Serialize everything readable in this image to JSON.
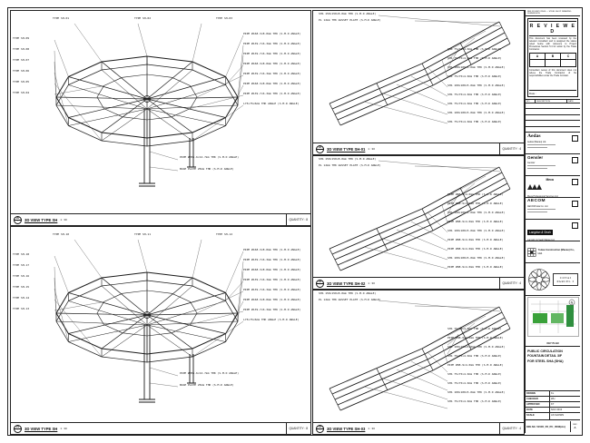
{
  "sheet": {
    "line_color": "#1a1a1a",
    "accent_green": "#3aa13a"
  },
  "panels": [
    {
      "bubble_no": "20",
      "bubble_ref": "-",
      "title": "3D VIEW TYPE SH",
      "scale": "1 : 30",
      "quantity": "QUANTITY : 8",
      "labels_top": [
        "TYPE SH-01",
        "TYPE SH-02",
        "TYPE SH-03"
      ],
      "labels_left": [
        "TYPE SH-09",
        "TYPE SH-08",
        "TYPE SH-07",
        "TYPE SH-06",
        "TYPE SH-05",
        "TYPE SH-04"
      ],
      "labels_right": [
        "PIPE Ø168.3×8.0mm THK (S.M.D ANGLE)",
        "PIPE Ø139.7×6.3mm THK (S.M.D ANGLE)",
        "PIPE Ø139.7×6.3mm THK (S.M.D ANGLE)",
        "PIPE Ø168.3×8.0mm THK (S.M.D ANGLE)",
        "PIPE Ø139.7×6.3mm THK (S.M.D ANGLE)",
        "PIPE Ø168.3×8.0mm THK (S.M.D ANGLE)",
        "PIPE Ø139.7×6.3mm THK (S.M.D ANGLE)",
        "L75×75×6mm THK ANGLE (S.M.D ANGLE)"
      ],
      "labels_bottom": [
        "PIPE Ø355.6×12.7mm THK (S.M.D ANGLE)",
        "BASE PLATE 25mm THK (S.M.D ANGLE)"
      ]
    },
    {
      "bubble_no": "21",
      "bubble_ref": "-",
      "title": "3D VIEW TYPE SH",
      "scale": "1 : 30",
      "quantity": "QUANTITY : 8",
      "labels_top": [
        "TYPE SH-10",
        "TYPE SH-11",
        "TYPE SH-12"
      ],
      "labels_left": [
        "TYPE SH-18",
        "TYPE SH-17",
        "TYPE SH-16",
        "TYPE SH-15",
        "TYPE SH-14",
        "TYPE SH-13"
      ],
      "labels_right": [
        "PIPE Ø168.3×8.0mm THK (S.M.D ANGLE)",
        "PIPE Ø139.7×6.3mm THK (S.M.D ANGLE)",
        "PIPE Ø168.3×8.0mm THK (S.M.D ANGLE)",
        "PIPE Ø139.7×6.3mm THK (S.M.D ANGLE)",
        "PIPE Ø139.7×6.3mm THK (S.M.D ANGLE)",
        "PIPE Ø168.3×8.0mm THK (S.M.D ANGLE)",
        "PIPE Ø139.7×6.3mm THK (S.M.D ANGLE)",
        "L75×75×6mm THK ANGLE (S.M.D ANGLE)"
      ],
      "labels_bottom": [
        "PIPE Ø355.6×12.7mm THK (S.M.D ANGLE)",
        "BASE PLATE 25mm THK (S.M.D ANGLE)"
      ]
    },
    {
      "bubble_no": "22",
      "bubble_ref": "-",
      "title": "3D VIEW TYPE SH-01",
      "scale": "1 : 30",
      "quantity": "QUANTITY : 4",
      "labels_top": [
        "SHS 150×150×8.0mm THK (S.M.D ANGLE)",
        "PL 12mm THK GUSSET PLATE (S.M.D ANGLE)"
      ],
      "labels_right": [
        "SHS 75×75×4.0mm THK (S.M.D ANGLE)",
        "SHS 75×75×4.0mm THK (S.M.D ANGLE)",
        "SHS 100×100×5.0mm THK (S.M.D ANGLE)",
        "SHS 75×75×4.0mm THK (S.M.D ANGLE)",
        "SHS 100×100×5.0mm THK (S.M.D ANGLE)",
        "SHS 75×75×4.0mm THK (S.M.D ANGLE)",
        "SHS 75×75×4.0mm THK (S.M.D ANGLE)",
        "SHS 100×100×5.0mm THK (S.M.D ANGLE)",
        "SHS 75×75×4.0mm THK (S.M.D ANGLE)"
      ]
    },
    {
      "bubble_no": "23",
      "bubble_ref": "-",
      "title": "3D VIEW TYPE SH-02",
      "scale": "1 : 30",
      "quantity": "QUANTITY : 4",
      "labels_top": [
        "SHS 150×150×8.0mm THK (S.M.D ANGLE)",
        "PL 12mm THK GUSSET PLATE (S.M.D ANGLE)"
      ],
      "labels_right": [
        "PIPE Ø88.9×4.0mm THK (S.M.D ANGLE)",
        "PIPE Ø88.9×4.0mm THK (S.M.D ANGLE)",
        "SHS 100×100×5.0mm THK (S.M.D ANGLE)",
        "PIPE Ø88.9×4.0mm THK (S.M.D ANGLE)",
        "SHS 100×100×5.0mm THK (S.M.D ANGLE)",
        "PIPE Ø88.9×4.0mm THK (S.M.D ANGLE)",
        "PIPE Ø88.9×4.0mm THK (S.M.D ANGLE)",
        "SHS 100×100×5.0mm THK (S.M.D ANGLE)",
        "PIPE Ø88.9×4.0mm THK (S.M.D ANGLE)"
      ]
    },
    {
      "bubble_no": "24",
      "bubble_ref": "-",
      "title": "3D VIEW TYPE SH-03",
      "scale": "1 : 30",
      "quantity": "QUANTITY : 4",
      "labels_top": [
        "SHS 150×150×8.0mm THK (S.M.D ANGLE)",
        "PL 12mm THK GUSSET PLATE (S.M.D ANGLE)"
      ],
      "labels_right": [
        "SHS 75×75×4.0mm THK (S.M.D ANGLE)",
        "PIPE Ø88.9×4.0mm THK (S.M.D ANGLE)",
        "SHS 100×100×5.0mm THK (S.M.D ANGLE)",
        "SHS 75×75×4.0mm THK (S.M.D ANGLE)",
        "PIPE Ø88.9×4.0mm THK (S.M.D ANGLE)",
        "SHS 75×75×4.0mm THK (S.M.D ANGLE)",
        "SHS 75×75×4.0mm THK (S.M.D ANGLE)",
        "SHS 100×100×5.0mm THK (S.M.D ANGLE)",
        "SHS 75×75×4.0mm THK (S.M.D ANGLE)"
      ]
    }
  ],
  "titleblock": {
    "stamp_note": "REF 51535/PC/0506 — STEEL SHOP DRAWING SUBMISSION",
    "reviewed_title": "R E V I E W E D",
    "review_body": "This document has been reviewed by the relevant consultant and is assigned the status noted below with reference to Project Procedures Section 5.4 for action by the Trade Contractor.",
    "review_note": "Consultant review of this document does not relieve the Trade Contractor of his responsibilities under the Trade Contract.",
    "status_options": [
      "A",
      "B",
      "C"
    ],
    "date_label": "Date :",
    "rev_header": [
      "NO.",
      "DESCRIPTION",
      "DATE"
    ],
    "consultants": [
      {
        "logo": "Aedas",
        "name": "Aedas (Macau) Ltd."
      },
      {
        "logo": "Gensler",
        "name": "Gensler"
      },
      {
        "logo": "Meca",
        "name": "Meca Professional Services Ltd."
      },
      {
        "logo": "AECOM",
        "name": "AECOM Asia Co. Ltd."
      },
      {
        "logo": "Langdon & Seah",
        "name": "Langdon & Seah Macau Ltd."
      }
    ],
    "contractor_name": "Yodea Construction (Macau) Co., Ltd.",
    "seal_line1": "COTAI",
    "seal_line2": "PARCEL 3",
    "keyplan_label": "KEY PLAN",
    "north_label": "N",
    "drawing_title_lines": [
      "PUBLIC CIRCULATION",
      "FOUNTAIN DETAIL 3/F",
      "FOR STEEL SHA (SHA)"
    ],
    "fields": [
      {
        "label": "DRAWN",
        "value": "KL"
      },
      {
        "label": "CHECKED",
        "value": "WH"
      },
      {
        "label": "APPROVED",
        "value": "KT"
      },
      {
        "label": "DATE",
        "value": "NOV 2013"
      }
    ],
    "scale_label": "SCALE",
    "scale_value": "AS SHOWN",
    "drg_label": "DRG NO.",
    "drg_value": "51535_P3_PC_0506(An)",
    "rev_label": "REV",
    "rev_value": "A"
  }
}
